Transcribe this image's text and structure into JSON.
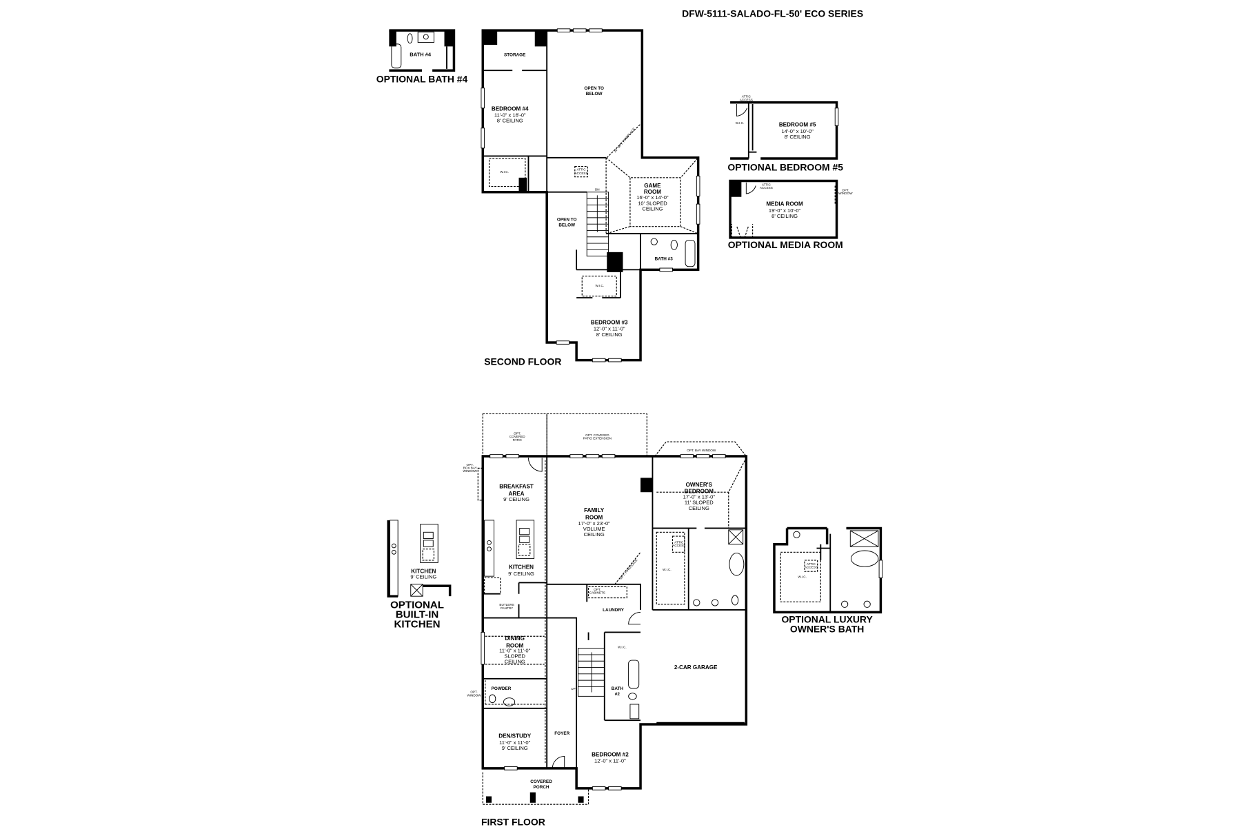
{
  "title": "DFW-5111-SALADO-FL-50' ECO SERIES",
  "second_floor": {
    "caption": "SECOND FLOOR",
    "storage": "STORAGE",
    "open_to_below_top": [
      "OPEN TO",
      "BELOW"
    ],
    "bedroom4": {
      "name": "BEDROOM #4",
      "size": "11'-0\" x 16'-0\"",
      "ceiling": "8' CEILING"
    },
    "wic": "W.I.C.",
    "attic_access": [
      "ATTIC",
      "ACCESS"
    ],
    "opt_fireplace": "36\" OPT. FIREPLACE",
    "dn": "DN",
    "game_room": {
      "name1": "GAME",
      "name2": "ROOM",
      "size": "16'-0\" x 14'-0\"",
      "ceiling1": "10' SLOPED",
      "ceiling2": "CEILING"
    },
    "open_to_below_bottom": [
      "OPEN TO",
      "BELOW"
    ],
    "bath3": "BATH #3",
    "bedroom3": {
      "name": "BEDROOM #3",
      "size": "12'-0\" x 11'-0\"",
      "ceiling": "8' CEILING"
    }
  },
  "optional_bath4": {
    "caption": "OPTIONAL BATH #4",
    "room": "BATH #4"
  },
  "optional_bedroom5": {
    "caption": "OPTIONAL BEDROOM #5",
    "name": "BEDROOM #5",
    "size": "14'-0\" x 10'-0\"",
    "ceiling": "8' CEILING",
    "wic": "W.I.C.",
    "attic": [
      "ATTIC",
      "ACCESS"
    ]
  },
  "optional_media": {
    "caption": "OPTIONAL MEDIA ROOM",
    "name": "MEDIA ROOM",
    "size": "19'-0\" x 10'-0\"",
    "ceiling": "8' CEILING",
    "attic": [
      "ATTIC",
      "ACCESS"
    ],
    "opt_window": [
      "OPT.",
      "WINDOW"
    ]
  },
  "first_floor": {
    "caption": "FIRST FLOOR",
    "opt_patio": [
      "OPT.",
      "COVERED",
      "PATIO"
    ],
    "opt_patio_ext": [
      "OPT. COVERED",
      "PATIO EXTENSION"
    ],
    "opt_bay": "OPT. BAY WINDOW",
    "opt_box_bay": [
      "OPT.",
      "BOX BAY",
      "WINDOW"
    ],
    "breakfast": {
      "name1": "BREAKFAST",
      "name2": "AREA",
      "ceiling": "9' CEILING"
    },
    "family": {
      "name1": "FAMILY",
      "name2": "ROOM",
      "size": "17'-0\" x 23'-0\"",
      "ceiling1": "VOLUME",
      "ceiling2": "CEILING"
    },
    "owners": {
      "name1": "OWNER'S",
      "name2": "BEDROOM",
      "size": "17'-0\" x 13'-0\"",
      "ceiling1": "11' SLOPED",
      "ceiling2": "CEILING"
    },
    "kitchen": {
      "name": "KITCHEN",
      "ceiling": "9' CEILING"
    },
    "opt_fireplace": "OPT. FIREPLACE",
    "wic": "W.I.C.",
    "attic": [
      "ATTIC",
      "ACCESS"
    ],
    "opt_cabinets": [
      "OPT.",
      "CABINETS"
    ],
    "butlers": [
      "BUTLERS",
      "PANTRY"
    ],
    "laundry": "LAUNDRY",
    "dining": {
      "name1": "DINING",
      "name2": "ROOM",
      "size": "11'-0\" x 11'-0\"",
      "ceiling1": "SLOPED",
      "ceiling2": "CEILING"
    },
    "garage": "2-CAR GARAGE",
    "powder": "POWDER",
    "opt_window": [
      "OPT.",
      "WINDOW"
    ],
    "up": "UP",
    "bath2": [
      "BATH",
      "#2"
    ],
    "den": {
      "name": "DEN/STUDY",
      "size": "11'-0\" x 11'-0\"",
      "ceiling": "9' CEILING"
    },
    "foyer": "FOYER",
    "bedroom2": {
      "name": "BEDROOM #2",
      "size": "12'-0\" x 11'-0\""
    },
    "porch": [
      "COVERED",
      "PORCH"
    ]
  },
  "optional_kitchen": {
    "caption": [
      "OPTIONAL",
      "BUILT-IN",
      "KITCHEN"
    ],
    "name": "KITCHEN",
    "ceiling": "9' CEILING"
  },
  "optional_luxury_bath": {
    "caption": [
      "OPTIONAL LUXURY",
      "OWNER'S BATH"
    ],
    "wic": "W.I.C.",
    "attic": [
      "ATTIC",
      "ACCESS"
    ]
  }
}
